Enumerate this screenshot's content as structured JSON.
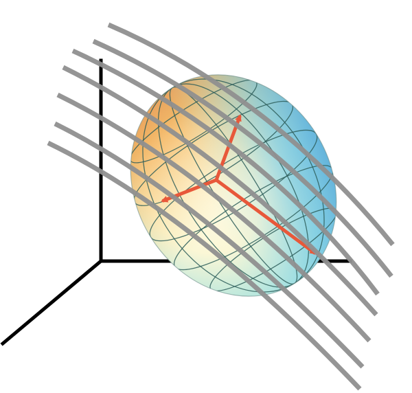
{
  "diagram": {
    "colors": {
      "background": "#ffffff",
      "axes": "#000000",
      "fibers": "#8f8f8f",
      "eigenvectors": "#e8583a",
      "mesh": "#2e5e5a",
      "surface_warm": "#f08a3a",
      "surface_mid": "#fbf7d6",
      "surface_cool": "#5ab4e0"
    },
    "elements": {
      "axes": "3d-coordinate-axes",
      "ellipsoid": "diffusion-tensor-ellipsoid",
      "eigenvectors": [
        "principal-eigenvector",
        "second-eigenvector",
        "third-eigenvector"
      ],
      "fibers": "fiber-bundle-curves",
      "fiber_count": 7
    }
  }
}
